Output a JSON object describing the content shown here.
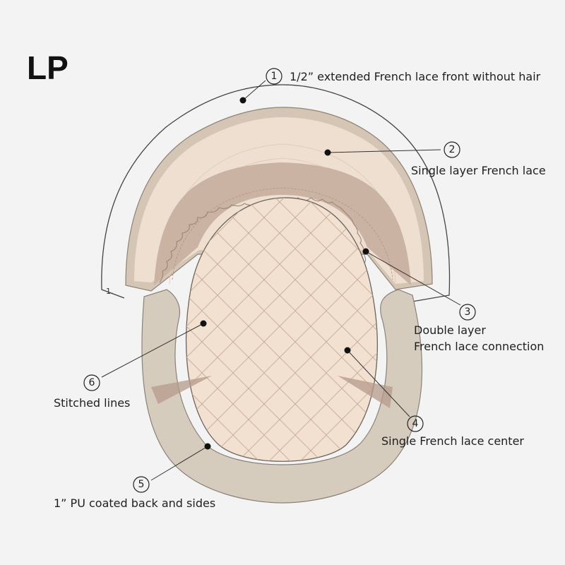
{
  "title": "LP",
  "edge_mark": "1.",
  "colors": {
    "background": "#f3f3f3",
    "pu_band": "#d6ccbe",
    "pu_outline": "#8a8278",
    "french_lace_single": "#efdfd1",
    "french_lace_double": "#cbb3a4",
    "center_lace": "#f2e0d0",
    "stitch_shade": "#b69a8b",
    "outline": "#555555"
  },
  "callouts": [
    {
      "number": "1",
      "lines": [
        "1/2”  extended French lace front without hair"
      ]
    },
    {
      "number": "2",
      "lines": [
        "Single layer French lace"
      ]
    },
    {
      "number": "3",
      "lines": [
        "Double layer",
        "French lace connection"
      ]
    },
    {
      "number": "4",
      "lines": [
        "Single French lace center"
      ]
    },
    {
      "number": "5",
      "lines": [
        "1”  PU coated back and sides"
      ]
    },
    {
      "number": "6",
      "lines": [
        "Stitched lines"
      ]
    }
  ]
}
